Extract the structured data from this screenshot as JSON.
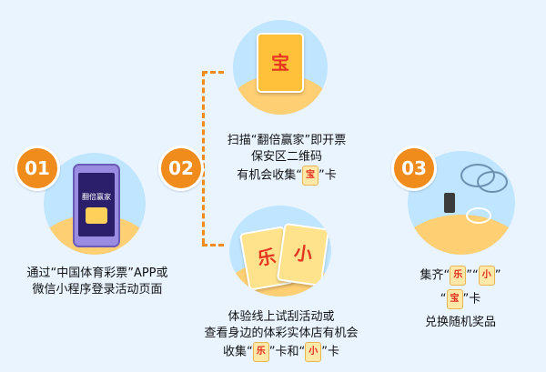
{
  "steps": [
    {
      "number": "01",
      "lines": [
        "通过“中国体育彩票”APP或",
        "微信小程序登录活动页面"
      ],
      "phone_screen": [
        "翻倍赢家"
      ]
    },
    {
      "number": "02",
      "branch_a": {
        "lines": [
          "扫描“翻倍赢家”即开票",
          "保安区二维码",
          "有机会收集“",
          "”卡"
        ],
        "card_char": "宝"
      },
      "branch_b": {
        "lines": [
          "体验线上试刮活动或",
          "查看身边的体彩实体店有机会",
          "收集“",
          "”卡和“",
          "”卡"
        ],
        "card_chars": [
          "乐",
          "小"
        ]
      }
    },
    {
      "number": "03",
      "lines": [
        "集齐“",
        "”“",
        "”",
        "“",
        "”卡",
        "兑换随机奖品"
      ],
      "card_chars": [
        "乐",
        "小",
        "宝"
      ]
    }
  ],
  "colors": {
    "accent": "#f08c1c",
    "sky": "#bfe5ff",
    "sand": "#ffcf73",
    "card_red": "#e32a1c"
  }
}
